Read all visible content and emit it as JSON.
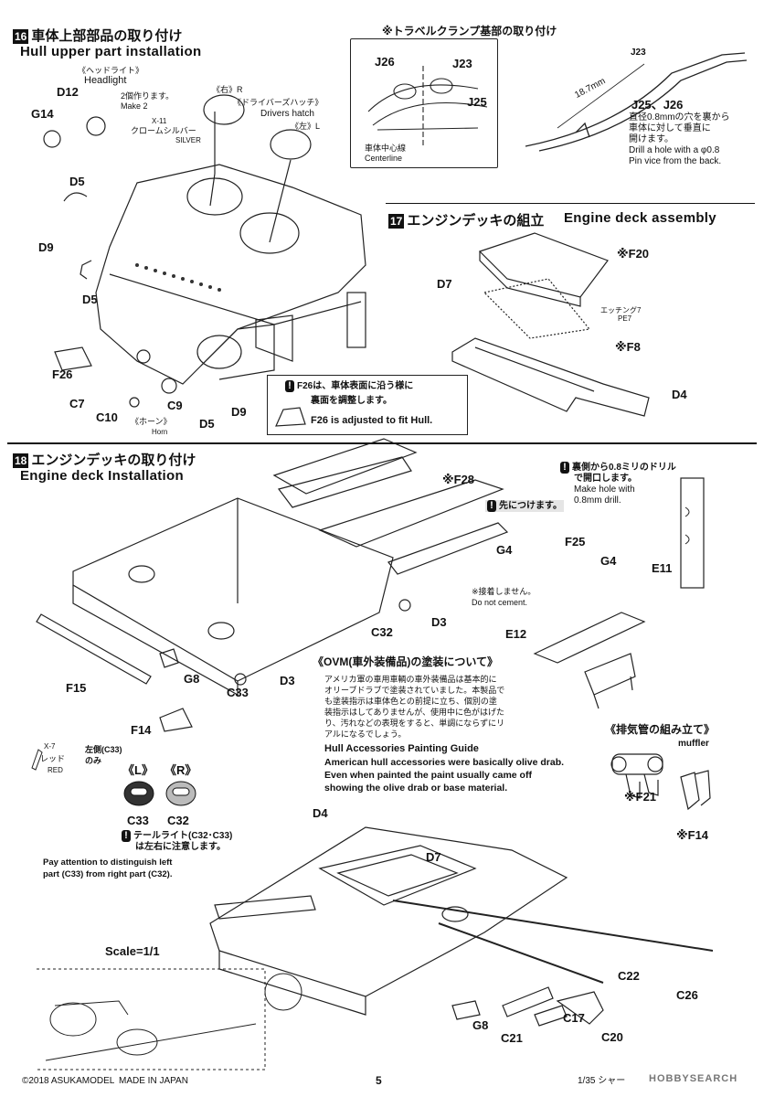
{
  "step16": {
    "num": "16",
    "title_jp": "車体上部部品の取り付け",
    "title_en": "Hull upper part installation",
    "headlight_jp": "《ヘッドライト》",
    "headlight_en": "Headlight",
    "make2_jp": "2個作ります。",
    "make2_en": "Make 2",
    "right_jp": "《右》R",
    "drivers_hatch_jp": "《ドライバーズハッチ》",
    "drivers_hatch_en": "Drivers hatch",
    "left_jp": "《左》L",
    "paint_code": "X-11",
    "paint_jp": "クロームシルバー",
    "paint_en": "SILVER",
    "parts": [
      "D12",
      "G14",
      "D5",
      "D9",
      "D5",
      "F26",
      "C7",
      "C10",
      "C9",
      "D5",
      "D9"
    ],
    "horn_jp": "《ホーン》",
    "horn_en": "Horn",
    "tip_jp_1": "F26は、車体表面に沿う様に",
    "tip_jp_2": "裏面を調整します。",
    "tip_en": "F26 is adjusted to fit Hull."
  },
  "travel_clamp": {
    "title_jp": "※トラベルクランプ基部の取り付け",
    "parts": [
      "J26",
      "J23",
      "J25",
      "J23",
      "J25、J26"
    ],
    "centerline_jp": "車体中心線",
    "centerline_en": "Centerline",
    "dimension": "18.7mm",
    "drill_jp_1": "直径0.8mmの穴を裏から",
    "drill_jp_2": "車体に対して垂直に",
    "drill_jp_3": "開けます。",
    "drill_en_1": "Drill a hole with a φ0.8",
    "drill_en_2": "Pin vice from the back."
  },
  "step17": {
    "num": "17",
    "title_jp": "エンジンデッキの組立",
    "title_en": "Engine deck assembly",
    "parts": [
      "※F20",
      "D7",
      "※F8",
      "D4"
    ],
    "etching_jp": "エッチング7",
    "etching_en": "PE7"
  },
  "step18": {
    "num": "18",
    "title_jp": "エンジンデッキの取り付け",
    "title_en": "Engine deck Installation",
    "parts": [
      "※F28",
      "G4",
      "F25",
      "G4",
      "E11",
      "E12",
      "C32",
      "D3",
      "G8",
      "C33",
      "D3",
      "F15",
      "F14"
    ],
    "first_jp": "先につけます。",
    "drill_jp_1": "裏側から0.8ミリのドリル",
    "drill_jp_2": "で開口します。",
    "drill_en_1": "Make hole with",
    "drill_en_2": "0.8mm drill.",
    "nocement_jp": "※接着しません。",
    "nocement_en": "Do not cement.",
    "ovm_title_jp": "《OVM(車外装備品)の塗装について》",
    "ovm_jp_lines": [
      "アメリカ軍の車用車輌の車外装備品は基本的に",
      "オリーブドラブで塗装されていました。本製品で",
      "も塗装指示は車体色との前提に立ち、個別の塗",
      "装指示はしてありませんが、使用中に色がはげた",
      "り、汚れなどの表現をすると、単調にならずにリ",
      "アルになるでしょう。"
    ],
    "ovm_title_en": "Hull Accessories Painting Guide",
    "ovm_en_lines": [
      "American hull accessories were basically olive drab.",
      "Even when painted the paint usually came off",
      "showing the olive drab or base material."
    ],
    "muffler_jp": "《排気管の組み立て》",
    "muffler_en": "muffler",
    "muffler_parts": [
      "※F21",
      "※F14"
    ],
    "paint_code": "X-7",
    "paint_jp": "レッド",
    "paint_en": "RED",
    "left_only_jp_1": "左側(C33)",
    "left_only_jp_2": "のみ",
    "L_label": "《L》",
    "R_label": "《R》",
    "C33": "C33",
    "C32": "C32",
    "tail_jp_1": "テールライト(C32･C33)",
    "tail_jp_2": "は左右に注意します。",
    "tail_en_1": "Pay attention  to  distinguish left",
    "tail_en_2": "part (C33) from right part (C32).",
    "lower_parts": [
      "D4",
      "D7",
      "C22",
      "C26",
      "G8",
      "C21",
      "C17",
      "C20"
    ],
    "scale": "Scale=1/1"
  },
  "footer": {
    "copyright": "©2018 ASUKAMODEL",
    "made_in": "MADE IN JAPAN",
    "page": "5",
    "product": "1/35 シャー",
    "watermark": "HOBBYSEARCH"
  }
}
